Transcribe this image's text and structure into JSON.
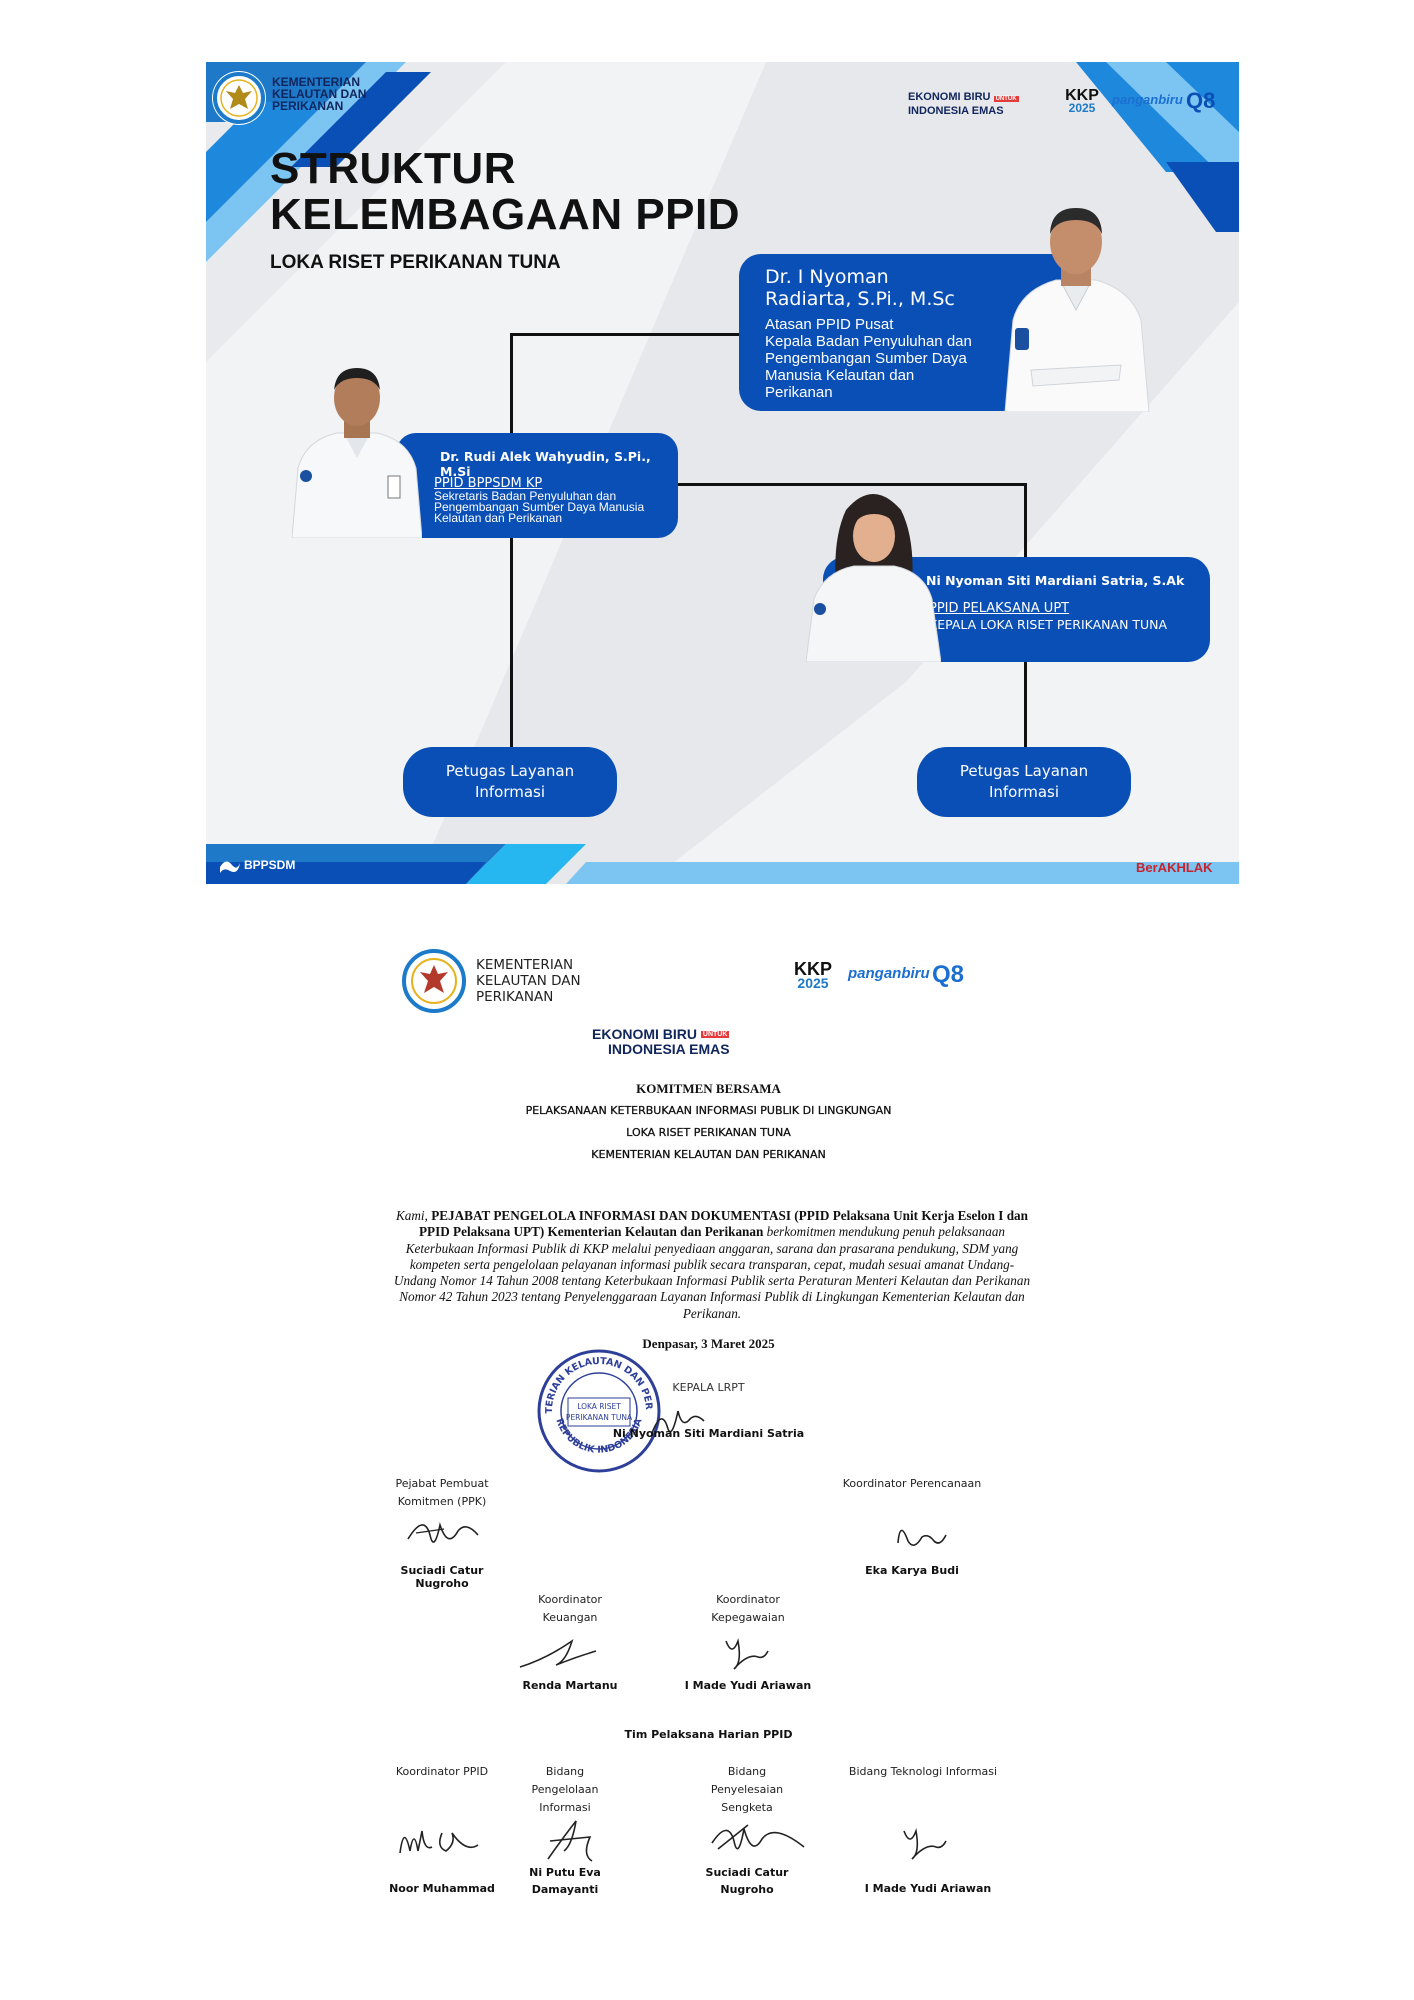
{
  "slide": {
    "ministry_name": [
      "KEMENTERIAN",
      "KELAUTAN DAN",
      "PERIKANAN"
    ],
    "header_logos": {
      "ekonomi_biru_line1": "EKONOMI BIRU",
      "ekonomi_biru_untuk": "UNTUK",
      "ekonomi_biru_line2": "INDONESIA EMAS",
      "kkp_top": "KKP",
      "kkp_year": "2025",
      "panganbiru": "panganbiru",
      "q8": "Q8"
    },
    "title_line1": "STRUKTUR",
    "title_line2": "KELEMBAGAAN PPID",
    "subtitle": "LOKA RISET PERIKANAN TUNA",
    "top_card": {
      "name_line1": "Dr. I Nyoman",
      "name_line2": "Radiarta, S.Pi., M.Sc",
      "desc": [
        "Atasan PPID Pusat",
        "Kepala Badan Penyuluhan dan",
        "Pengembangan Sumber Daya",
        "Manusia Kelautan dan",
        "Perikanan"
      ]
    },
    "left_card": {
      "name": "Dr. Rudi Alek Wahyudin, S.Pi., M.Si",
      "role": "PPID BPPSDM KP",
      "desc": [
        "Sekretaris Badan Penyuluhan dan",
        "Pengembangan Sumber Daya Manusia",
        "Kelautan dan Perikanan"
      ]
    },
    "right_card": {
      "name": "Ni Nyoman Siti Mardiani Satria, S.Ak",
      "role": "PPID PELAKSANA UPT",
      "desc": "KEPALA LOKA RISET PERIKANAN TUNA"
    },
    "pill_left": [
      "Petugas Layanan",
      "Informasi"
    ],
    "pill_right": [
      "Petugas Layanan",
      "Informasi"
    ],
    "footer_left": "BPPSDM",
    "footer_right": "BerAKHLAK"
  },
  "document": {
    "ministry_name": [
      "KEMENTERIAN",
      "KELAUTAN DAN",
      "PERIKANAN"
    ],
    "logos": {
      "kkp_top": "KKP",
      "kkp_year": "2025",
      "panganbiru": "panganbiru",
      "q8": "Q8",
      "ekonomi_biru_line1": "EKONOMI BIRU",
      "ekonomi_biru_untuk": "UNTUK",
      "ekonomi_biru_line2": "INDONESIA EMAS"
    },
    "heading": "KOMITMEN BERSAMA",
    "subheadings": [
      "PELAKSANAAN KETERBUKAAN INFORMASI PUBLIK DI LINGKUNGAN",
      "LOKA RISET PERIKANAN TUNA",
      "KEMENTERIAN KELAUTAN DAN PERIKANAN"
    ],
    "body": {
      "kami": "Kami",
      "bold_intro": "PEJABAT PENGELOLA INFORMASI DAN DOKUMENTASI (PPID Pelaksana Unit Kerja Eselon I dan PPID Pelaksana UPT) Kementerian Kelautan dan Perikanan",
      "rest": "berkomitmen mendukung penuh pelaksanaan Keterbukaan Informasi Publik di KKP melalui penyediaan anggaran, sarana dan prasarana pendukung, SDM yang kompeten serta pengelolaan pelayanan informasi publik secara transparan, cepat, mudah sesuai amanat Undang-Undang Nomor 14 Tahun 2008 tentang Keterbukaan Informasi Publik serta Peraturan Menteri Kelautan dan Perikanan Nomor 42 Tahun 2023 tentang Penyelenggaraan Layanan Informasi Publik di Lingkungan Kementerian Kelautan dan Perikanan."
    },
    "place_date": "Denpasar, 3 Maret 2025",
    "kepala_label": "KEPALA LRPT",
    "kepala_name": "Ni Nyoman Siti Mardiani Satria",
    "stamp": {
      "ring_top": "KEMENTERIAN KELAUTAN DAN PERIKANAN",
      "ring_bottom": "REPUBLIK INDONESIA",
      "center_line1": "LOKA RISET",
      "center_line2": "PERIKANAN TUNA"
    },
    "signatories": [
      {
        "label": [
          "Pejabat Pembuat",
          "Komitmen (PPK)"
        ],
        "name": [
          "Suciadi Catur Nugroho"
        ]
      },
      {
        "label": [
          "Koordinator Perencanaan"
        ],
        "name": [
          "Eka Karya Budi"
        ]
      },
      {
        "label": [
          "Koordinator",
          "Keuangan"
        ],
        "name": [
          "Renda Martanu"
        ]
      },
      {
        "label": [
          "Koordinator",
          "Kepegawaian"
        ],
        "name": [
          "I Made Yudi Ariawan"
        ]
      }
    ],
    "team_heading": "Tim Pelaksana Harian PPID",
    "team": [
      {
        "label": [
          "Koordinator PPID"
        ],
        "name": [
          "Noor Muhammad"
        ]
      },
      {
        "label": [
          "Bidang",
          "Pengelolaan",
          "Informasi"
        ],
        "name": [
          "Ni Putu Eva",
          "Damayanti"
        ]
      },
      {
        "label": [
          "Bidang",
          "Penyelesaian",
          "Sengketa"
        ],
        "name": [
          "Suciadi Catur",
          "Nugroho"
        ]
      },
      {
        "label": [
          "Bidang Teknologi Informasi"
        ],
        "name": [
          "I Made Yudi Ariawan"
        ]
      }
    ]
  }
}
